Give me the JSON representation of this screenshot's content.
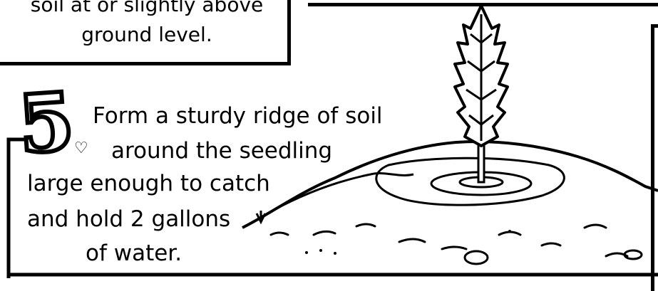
{
  "top_box": {
    "line1": "soil at or slightly above",
    "line2": "ground level."
  },
  "step": {
    "number": "5",
    "lines": [
      "Form a sturdy ridge of soil",
      "around the seedling",
      "large enough to catch",
      "and hold 2 gallons",
      "of water."
    ]
  }
}
